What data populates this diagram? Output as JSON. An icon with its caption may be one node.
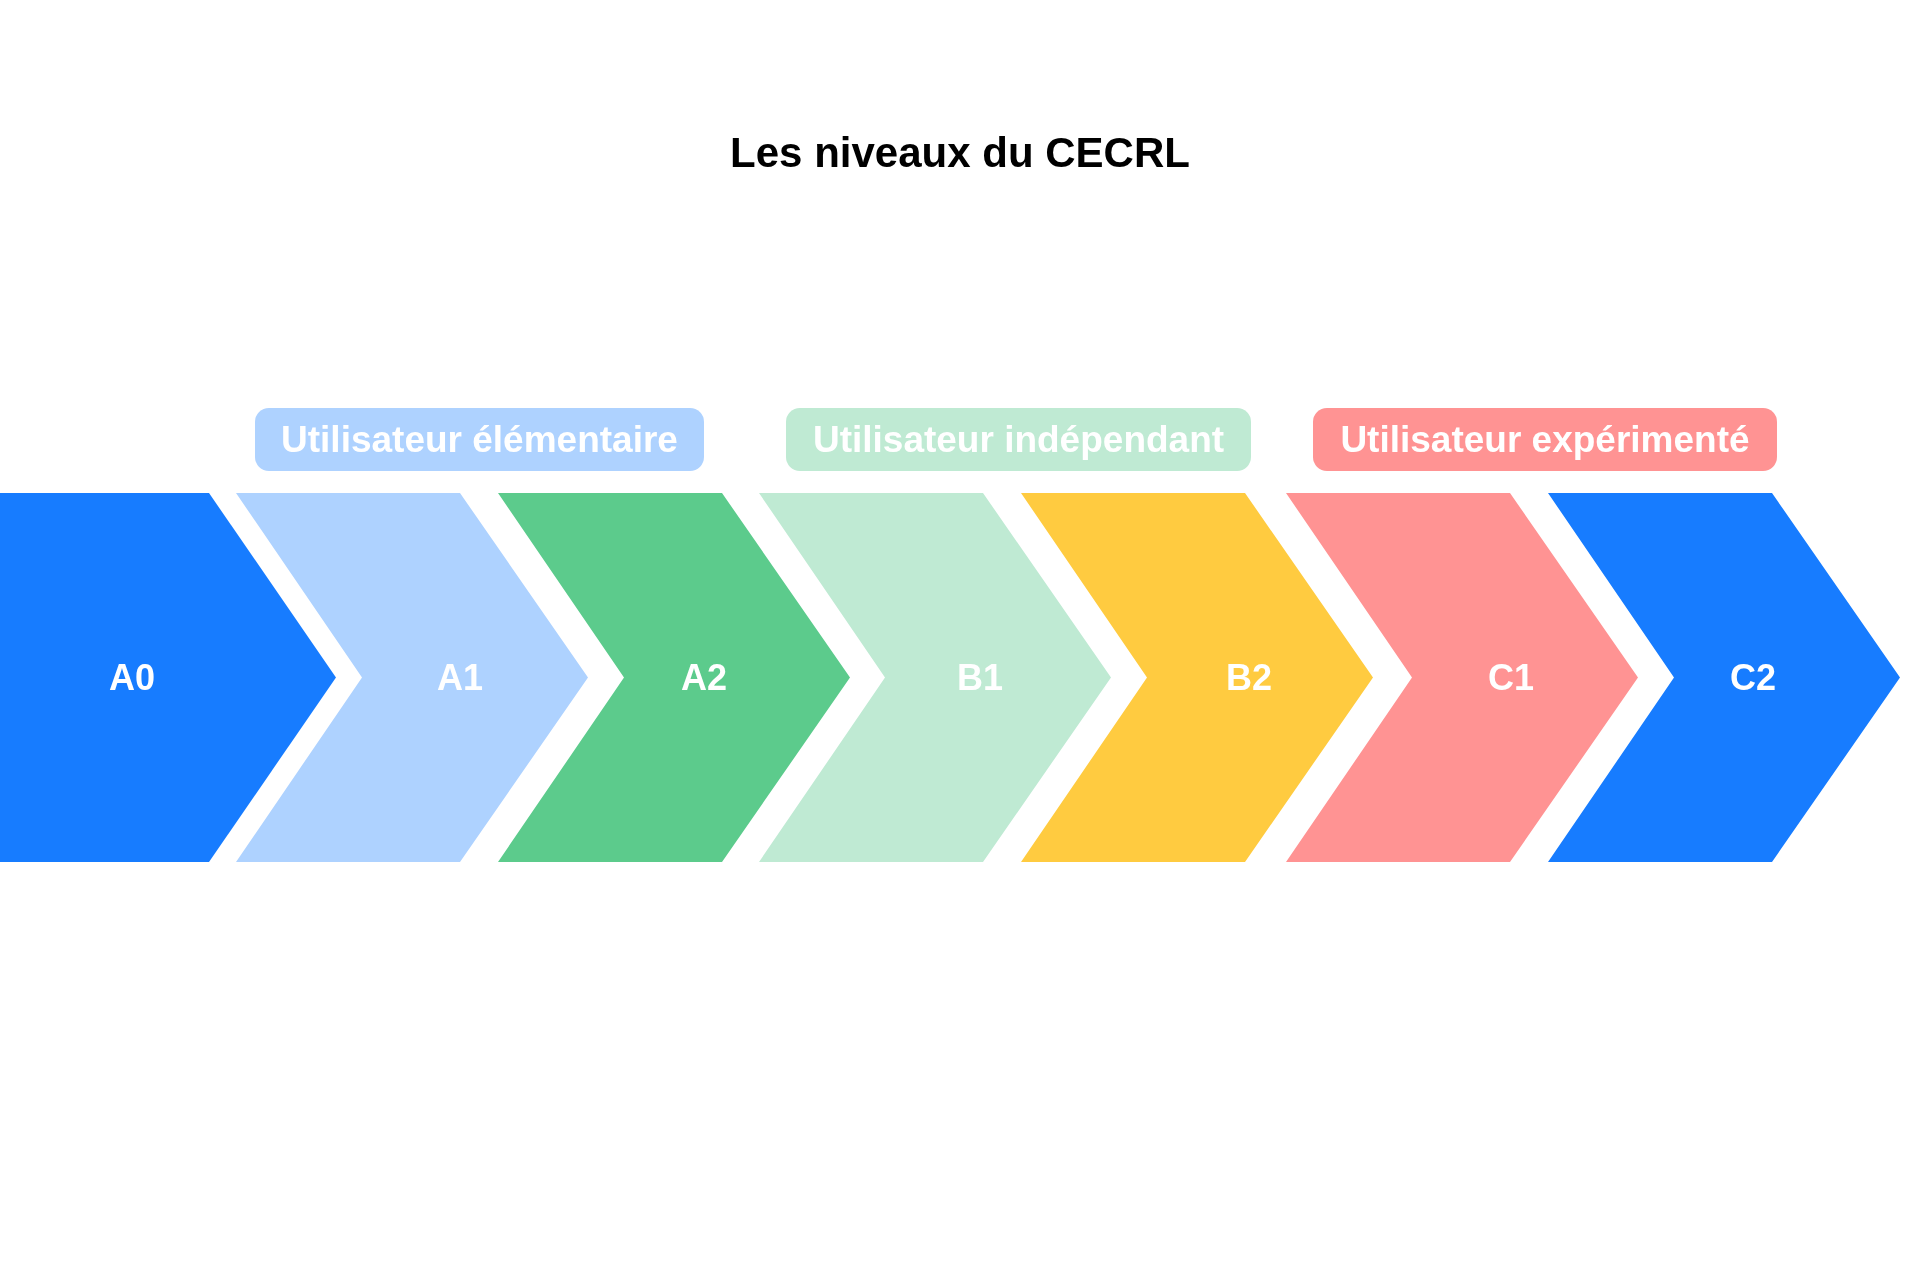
{
  "diagram": {
    "title": "Les niveaux du CECRL",
    "nodes": [
      {
        "text": [
          "Utilisateur élémentaire"
        ]
      },
      {
        "text": [
          "Utilisateur indépendant"
        ]
      },
      {
        "text": [
          "Utilisateur expérimenté"
        ]
      },
      {
        "text": [
          "A0"
        ]
      },
      {
        "text": [
          "A1"
        ]
      },
      {
        "text": [
          "A2"
        ]
      },
      {
        "text": [
          "B1"
        ]
      },
      {
        "text": [
          "B2"
        ]
      },
      {
        "text": [
          "C1"
        ]
      },
      {
        "text": [
          "C2"
        ]
      }
    ]
  }
}
